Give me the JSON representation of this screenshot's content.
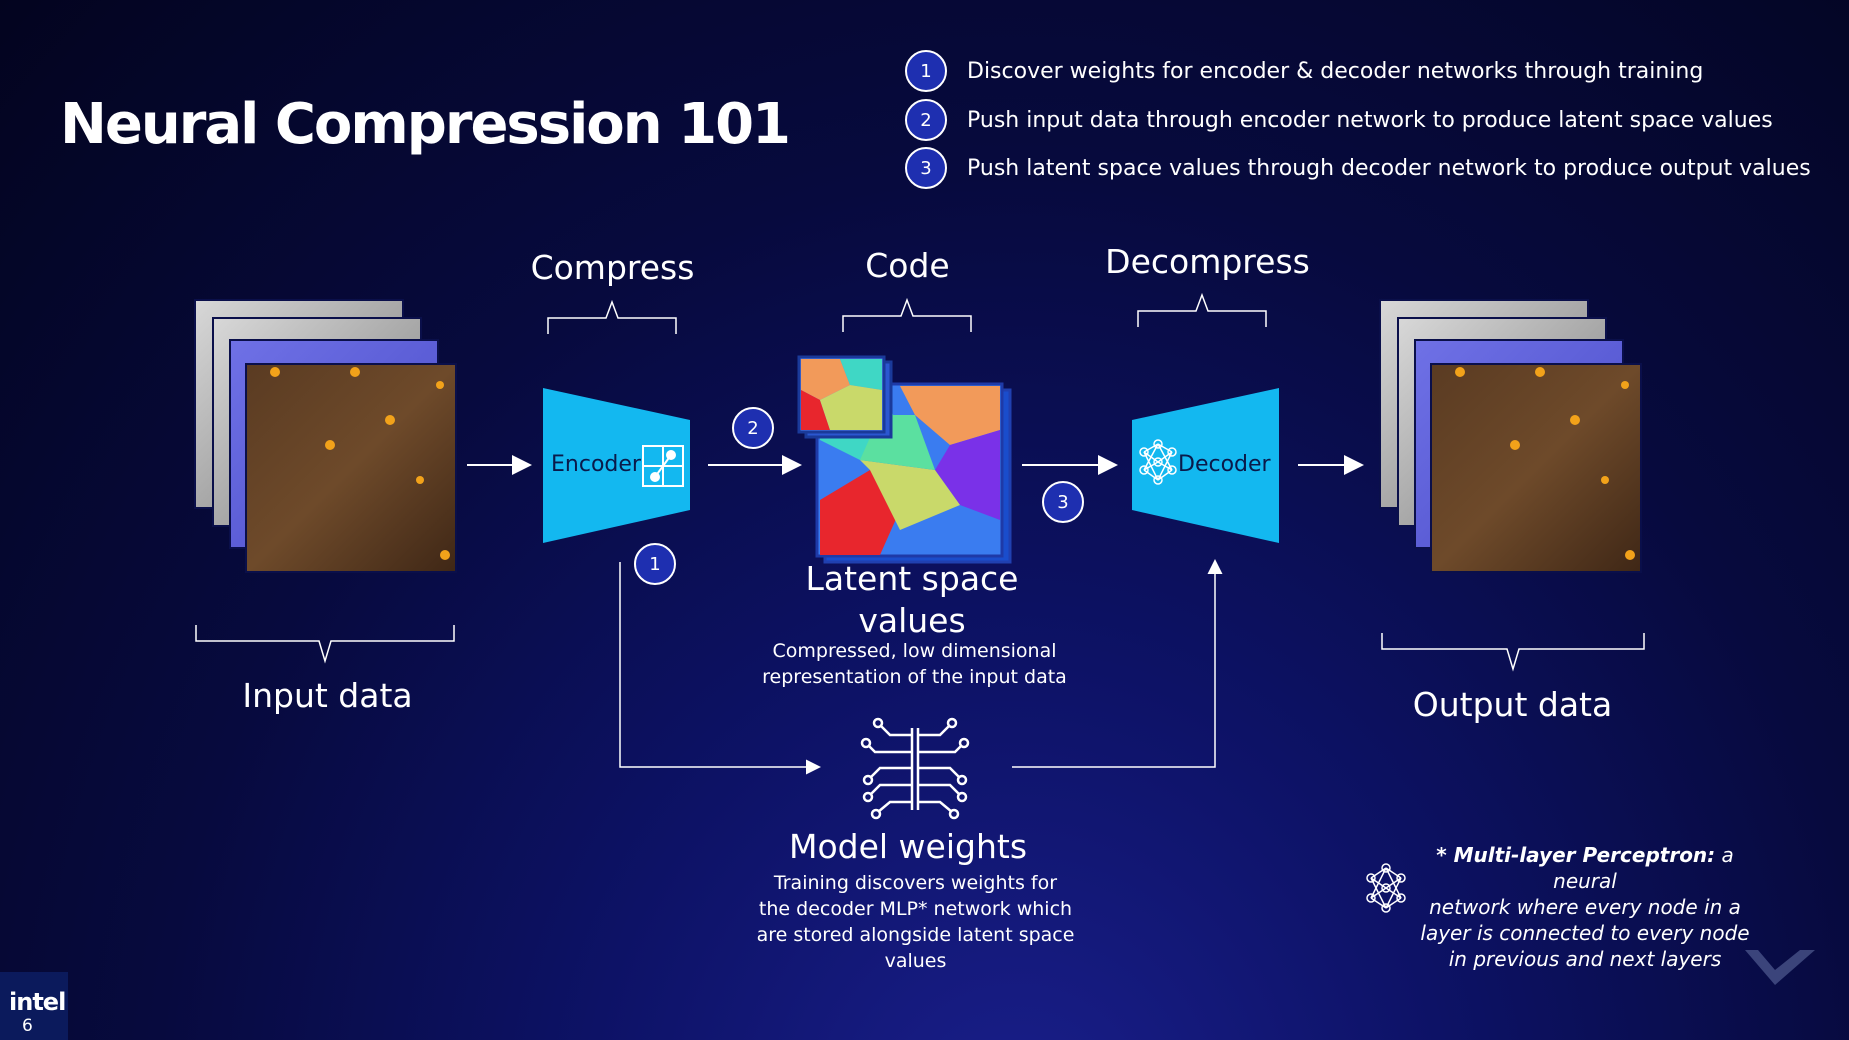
{
  "title": "Neural Compression 101",
  "steps": [
    {
      "num": "1",
      "text": "Discover weights for encoder & decoder networks through training"
    },
    {
      "num": "2",
      "text": "Push input data through encoder network to produce latent space values"
    },
    {
      "num": "3",
      "text": "Push latent space values through decoder network to produce output values"
    }
  ],
  "sections": {
    "compress": "Compress",
    "code": "Code",
    "decompress": "Decompress"
  },
  "encoder_label": "Encoder",
  "decoder_label": "Decoder",
  "flow_markers": {
    "encoder": "1",
    "latent": "2",
    "decoder": "3"
  },
  "input_label": "Input data",
  "output_label": "Output data",
  "latent": {
    "title_line1": "Latent space",
    "title_line2": "values",
    "desc_line1": "Compressed, low dimensional",
    "desc_line2": "representation of the input data"
  },
  "weights": {
    "title": "Model weights",
    "desc_line1": "Training discovers weights for",
    "desc_line2": "the decoder MLP* network which",
    "desc_line3": "are stored alongside latent space",
    "desc_line4": "values"
  },
  "footnote": {
    "term": "* Multi-layer Perceptron:",
    "line1_rest": " a neural",
    "line2": "network where every node in a",
    "line3": "layer is connected to every node",
    "line4": "in previous and next layers"
  },
  "logo": {
    "brand": "intel",
    "generation": "6"
  },
  "icons": {
    "encoder": "grid-node-icon",
    "decoder": "neural-network-icon",
    "weights": "brain-circuit-icon",
    "mlp": "neural-network-icon",
    "watermark": "v-logo-icon"
  },
  "colors": {
    "accent_cyan": "#13b8f0",
    "step_circle": "#1e2fb0",
    "background": "#070a3e"
  }
}
